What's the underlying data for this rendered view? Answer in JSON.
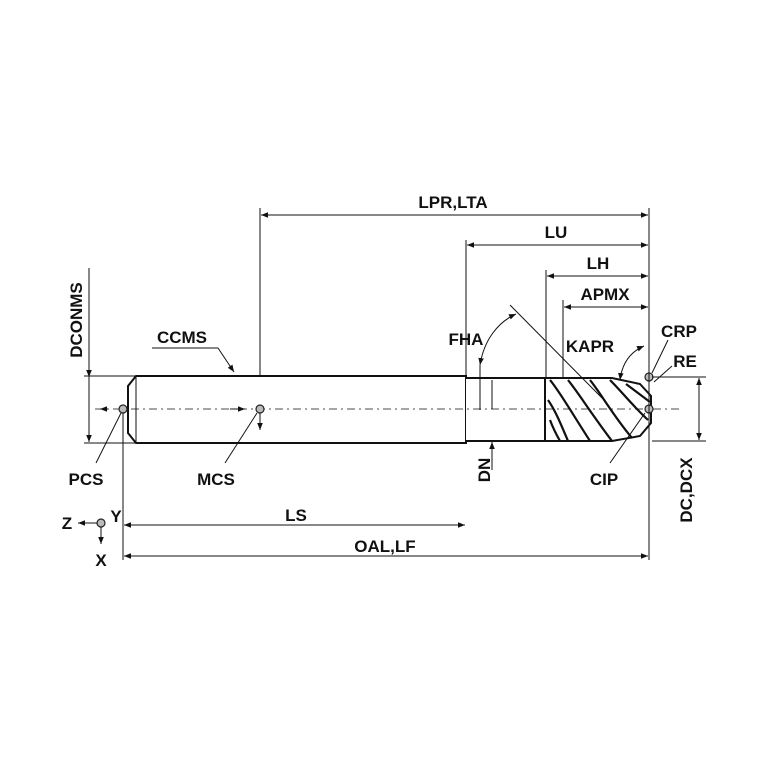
{
  "labels": {
    "lpr_lta": "LPR,LTA",
    "lu": "LU",
    "lh": "LH",
    "apmx": "APMX",
    "crp": "CRP",
    "re": "RE",
    "kapr": "KAPR",
    "fha": "FHA",
    "ccms": "CCMS",
    "dconms": "DCONMS",
    "pcs": "PCS",
    "mcs": "MCS",
    "dn": "DN",
    "cip": "CIP",
    "dc_dcx": "DC,DCX",
    "ls": "LS",
    "oal_lf": "OAL,LF",
    "axis_z": "Z",
    "axis_y": "Y",
    "axis_x": "X"
  }
}
